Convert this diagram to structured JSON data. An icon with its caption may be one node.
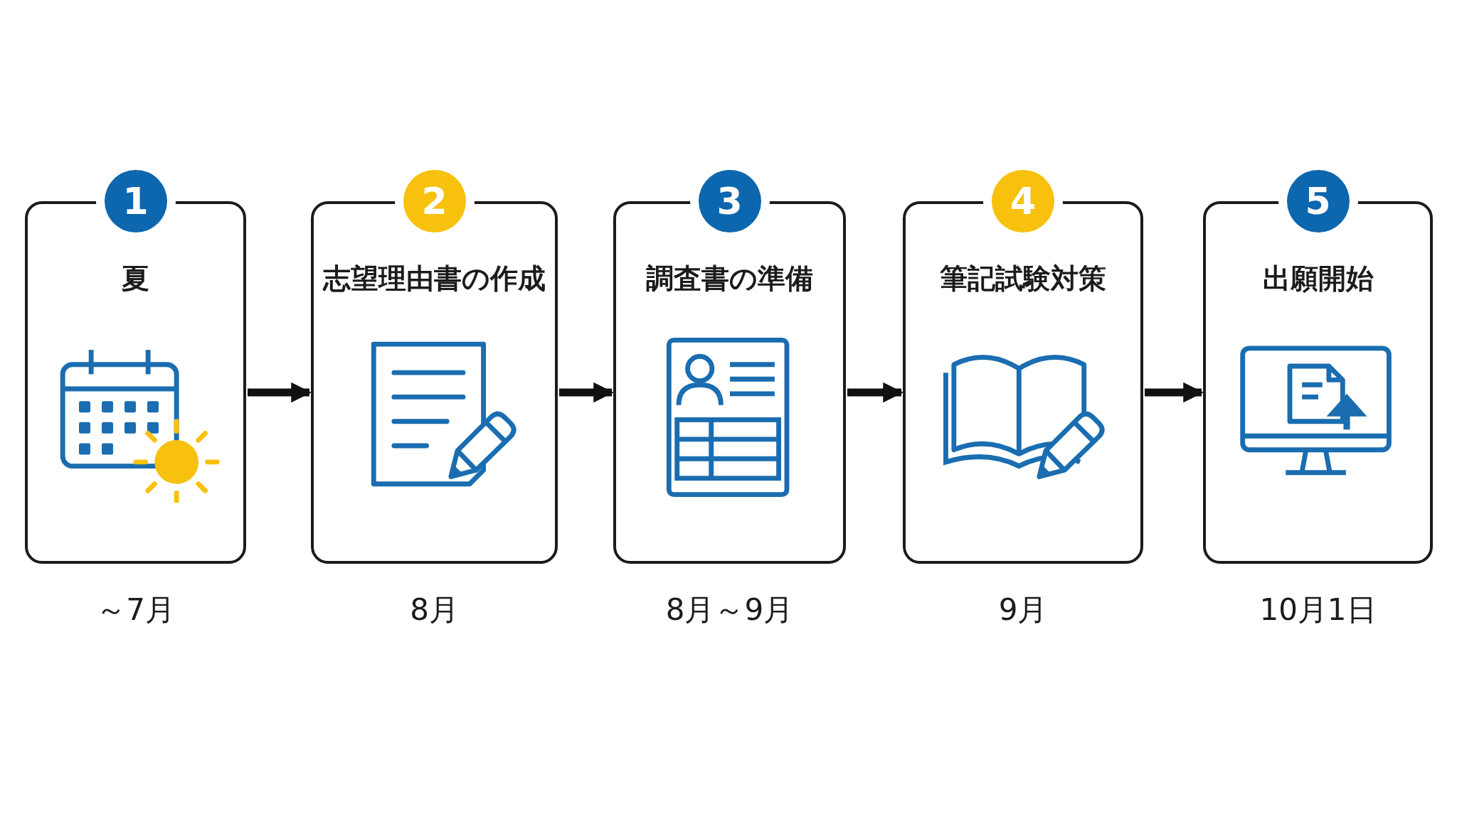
{
  "diagram": {
    "nodes": [
      {
        "text": [
          "1",
          "夏"
        ],
        "beside": [
          "～7月"
        ]
      },
      {
        "text": [
          "2",
          "志望理由書の作成"
        ],
        "beside": [
          "8月"
        ]
      },
      {
        "text": [
          "3",
          "調査書の準備"
        ],
        "beside": [
          "8月～9月"
        ]
      },
      {
        "text": [
          "4",
          "筆記試験対策"
        ],
        "beside": [
          "9月"
        ]
      },
      {
        "text": [
          "5",
          "出願開始"
        ],
        "beside": [
          "10月1日"
        ]
      }
    ],
    "edges": [
      {
        "from": 0,
        "to": 1,
        "arrow": "to"
      },
      {
        "from": 1,
        "to": 2,
        "arrow": "to"
      },
      {
        "from": 2,
        "to": 3,
        "arrow": "to"
      },
      {
        "from": 3,
        "to": 4,
        "arrow": "to"
      }
    ]
  }
}
